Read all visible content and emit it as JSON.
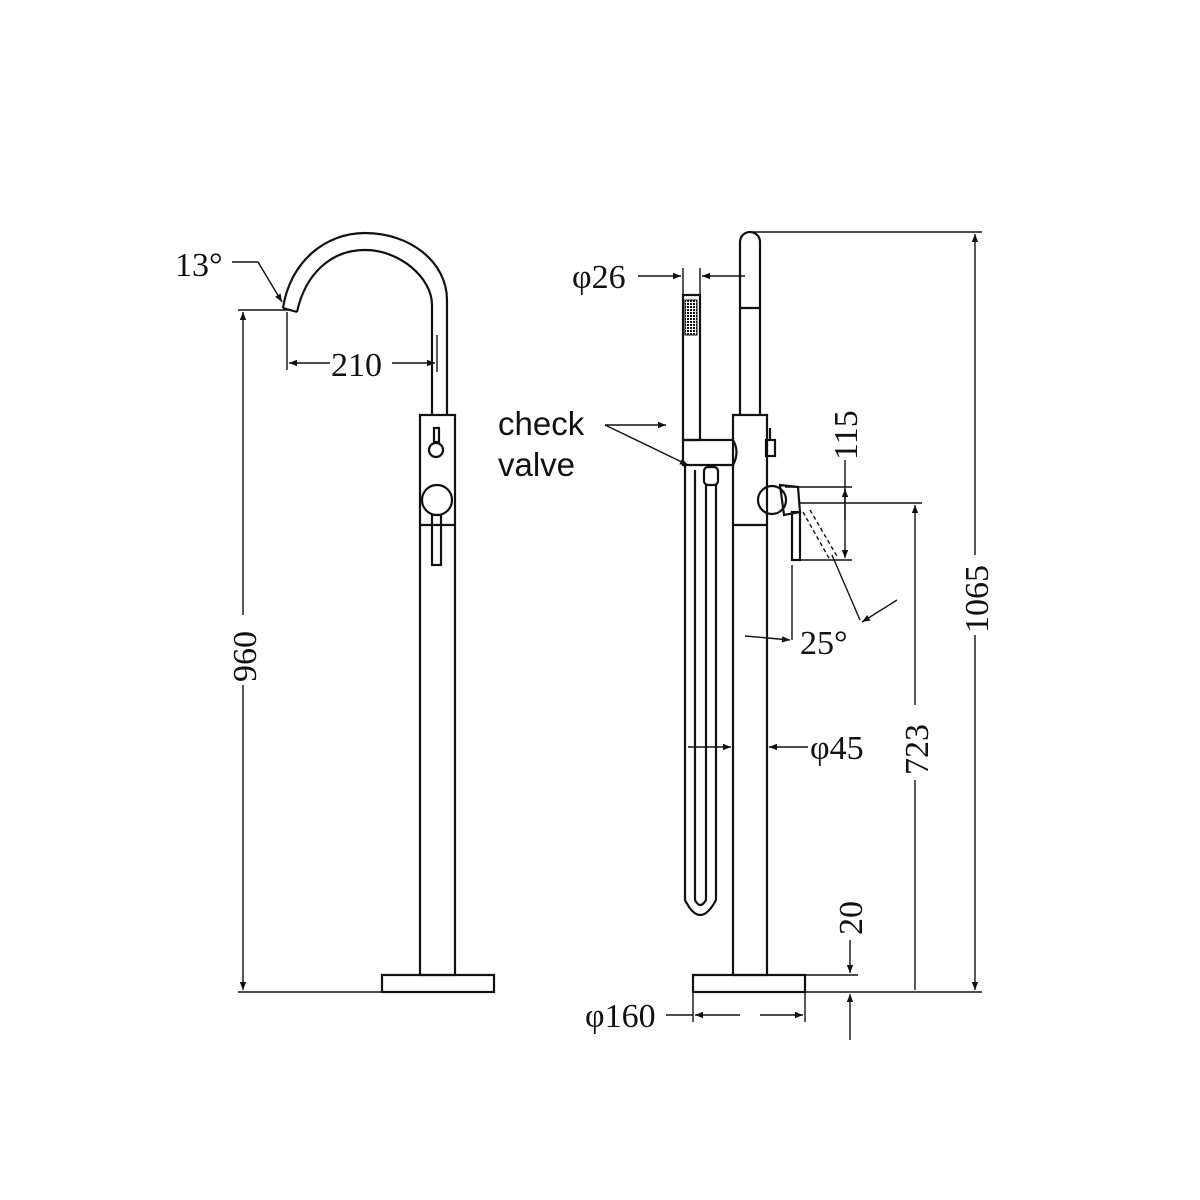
{
  "left_view": {
    "angle_label": "13°",
    "spout_reach_label": "210",
    "spout_height_label": "960"
  },
  "right_view": {
    "handshower_diameter_label": "φ26",
    "check_valve_label_line1": "check",
    "check_valve_label_line2": "valve",
    "handle_height_label": "115",
    "lever_angle_label": "25°",
    "body_diameter_label": "φ45",
    "handle_position_label": "723",
    "overall_height_label": "1065",
    "base_thickness_label": "20",
    "base_diameter_label": "φ160"
  },
  "colors": {
    "line": "#111111",
    "background": "#ffffff"
  }
}
